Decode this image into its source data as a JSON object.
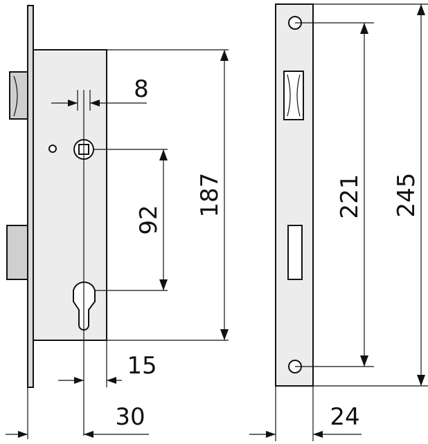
{
  "diagram": {
    "colors": {
      "line": "#111111",
      "body_fill": "#ececec",
      "dark_fill": "#cfcfcf",
      "background": "#ffffff"
    },
    "dimensions": {
      "backset_hole": "8",
      "center_distance": "92",
      "case_height": "187",
      "cylinder_offset": "15",
      "backset": "30",
      "faceplate_holes": "221",
      "faceplate_length": "245",
      "faceplate_width": "24"
    }
  }
}
